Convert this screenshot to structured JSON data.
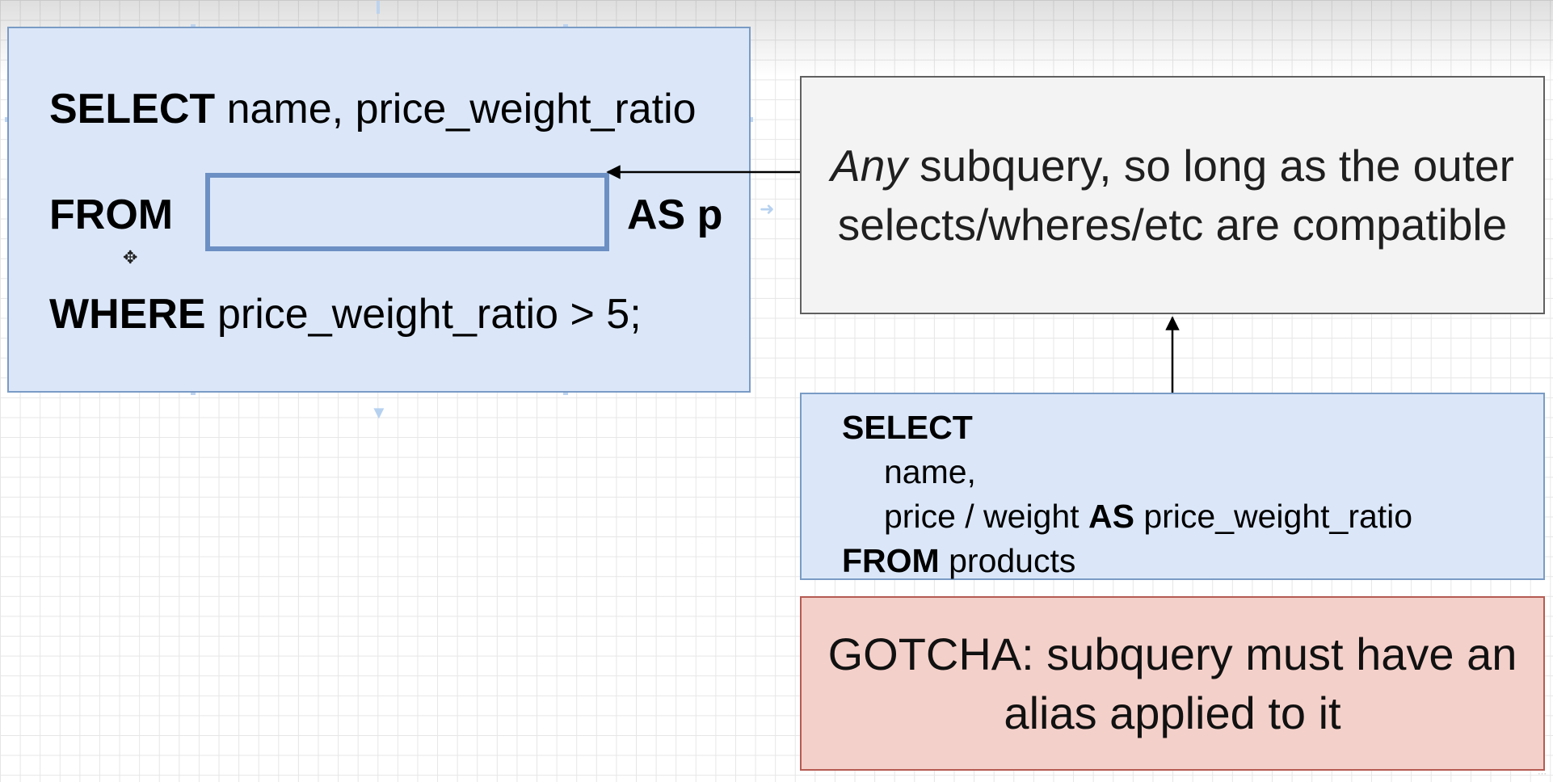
{
  "main_query": {
    "select_keyword": "SELECT",
    "select_columns": "name, price_weight_ratio",
    "from_keyword": "FROM",
    "alias_text": "AS p",
    "where_keyword": "WHERE",
    "where_condition": "price_weight_ratio > 5;"
  },
  "note": {
    "emphasis": "Any",
    "text": "subquery, so long as the outer selects/wheres/etc are compatible"
  },
  "subquery": {
    "select_keyword": "SELECT",
    "column_1": "name,",
    "column_2_expr": "price / weight",
    "as_keyword": "AS",
    "column_2_alias": "price_weight_ratio",
    "from_keyword": "FROM",
    "table": "products"
  },
  "gotcha": {
    "text": "GOTCHA: subquery must have an alias applied to it"
  },
  "colors": {
    "query_fill": "#dbe7f9",
    "query_border": "#7a9bc5",
    "note_fill": "#f3f3f3",
    "gotcha_fill": "#f4d0ca",
    "gotcha_border": "#b55b52"
  }
}
